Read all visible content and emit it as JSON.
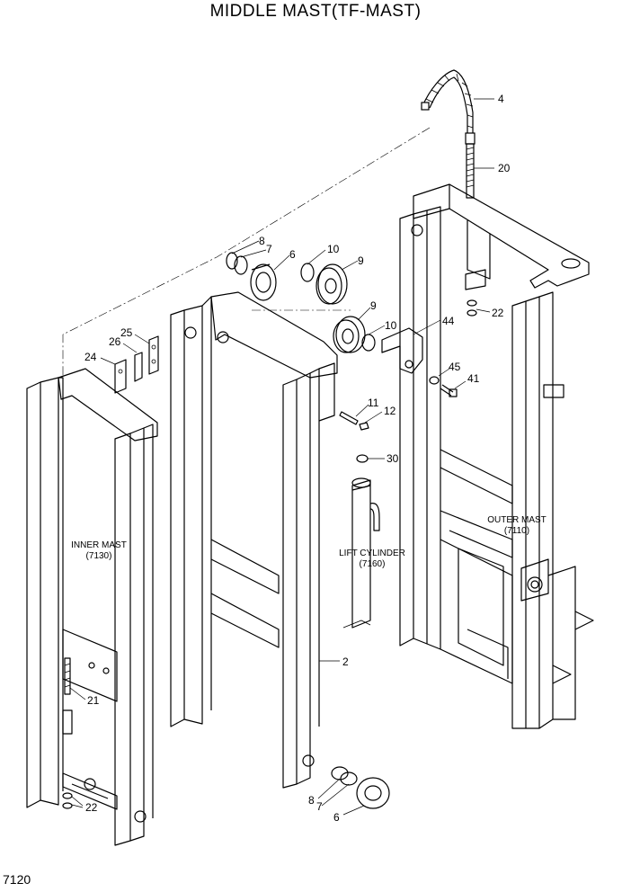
{
  "title": "MIDDLE MAST(TF-MAST)",
  "page_code": "7120",
  "assemblies": {
    "inner_mast": {
      "name": "INNER MAST",
      "ref": "(7130)"
    },
    "lift_cylinder": {
      "name": "LIFT CYLINDER",
      "ref": "(7160)"
    },
    "outer_mast": {
      "name": "OUTER MAST",
      "ref": "(7110)"
    }
  },
  "callouts": {
    "c4": "4",
    "c20": "20",
    "c8a": "8",
    "c7a": "7",
    "c10a": "10",
    "c6a": "6",
    "c9a": "9",
    "c9b": "9",
    "c10b": "10",
    "c44": "44",
    "c22a": "22",
    "c25": "25",
    "c26": "26",
    "c24": "24",
    "c45": "45",
    "c41": "41",
    "c11": "11",
    "c12": "12",
    "c30": "30",
    "c2": "2",
    "c21": "21",
    "c22b": "22",
    "c8b": "8",
    "c7b": "7",
    "c6b": "6"
  }
}
